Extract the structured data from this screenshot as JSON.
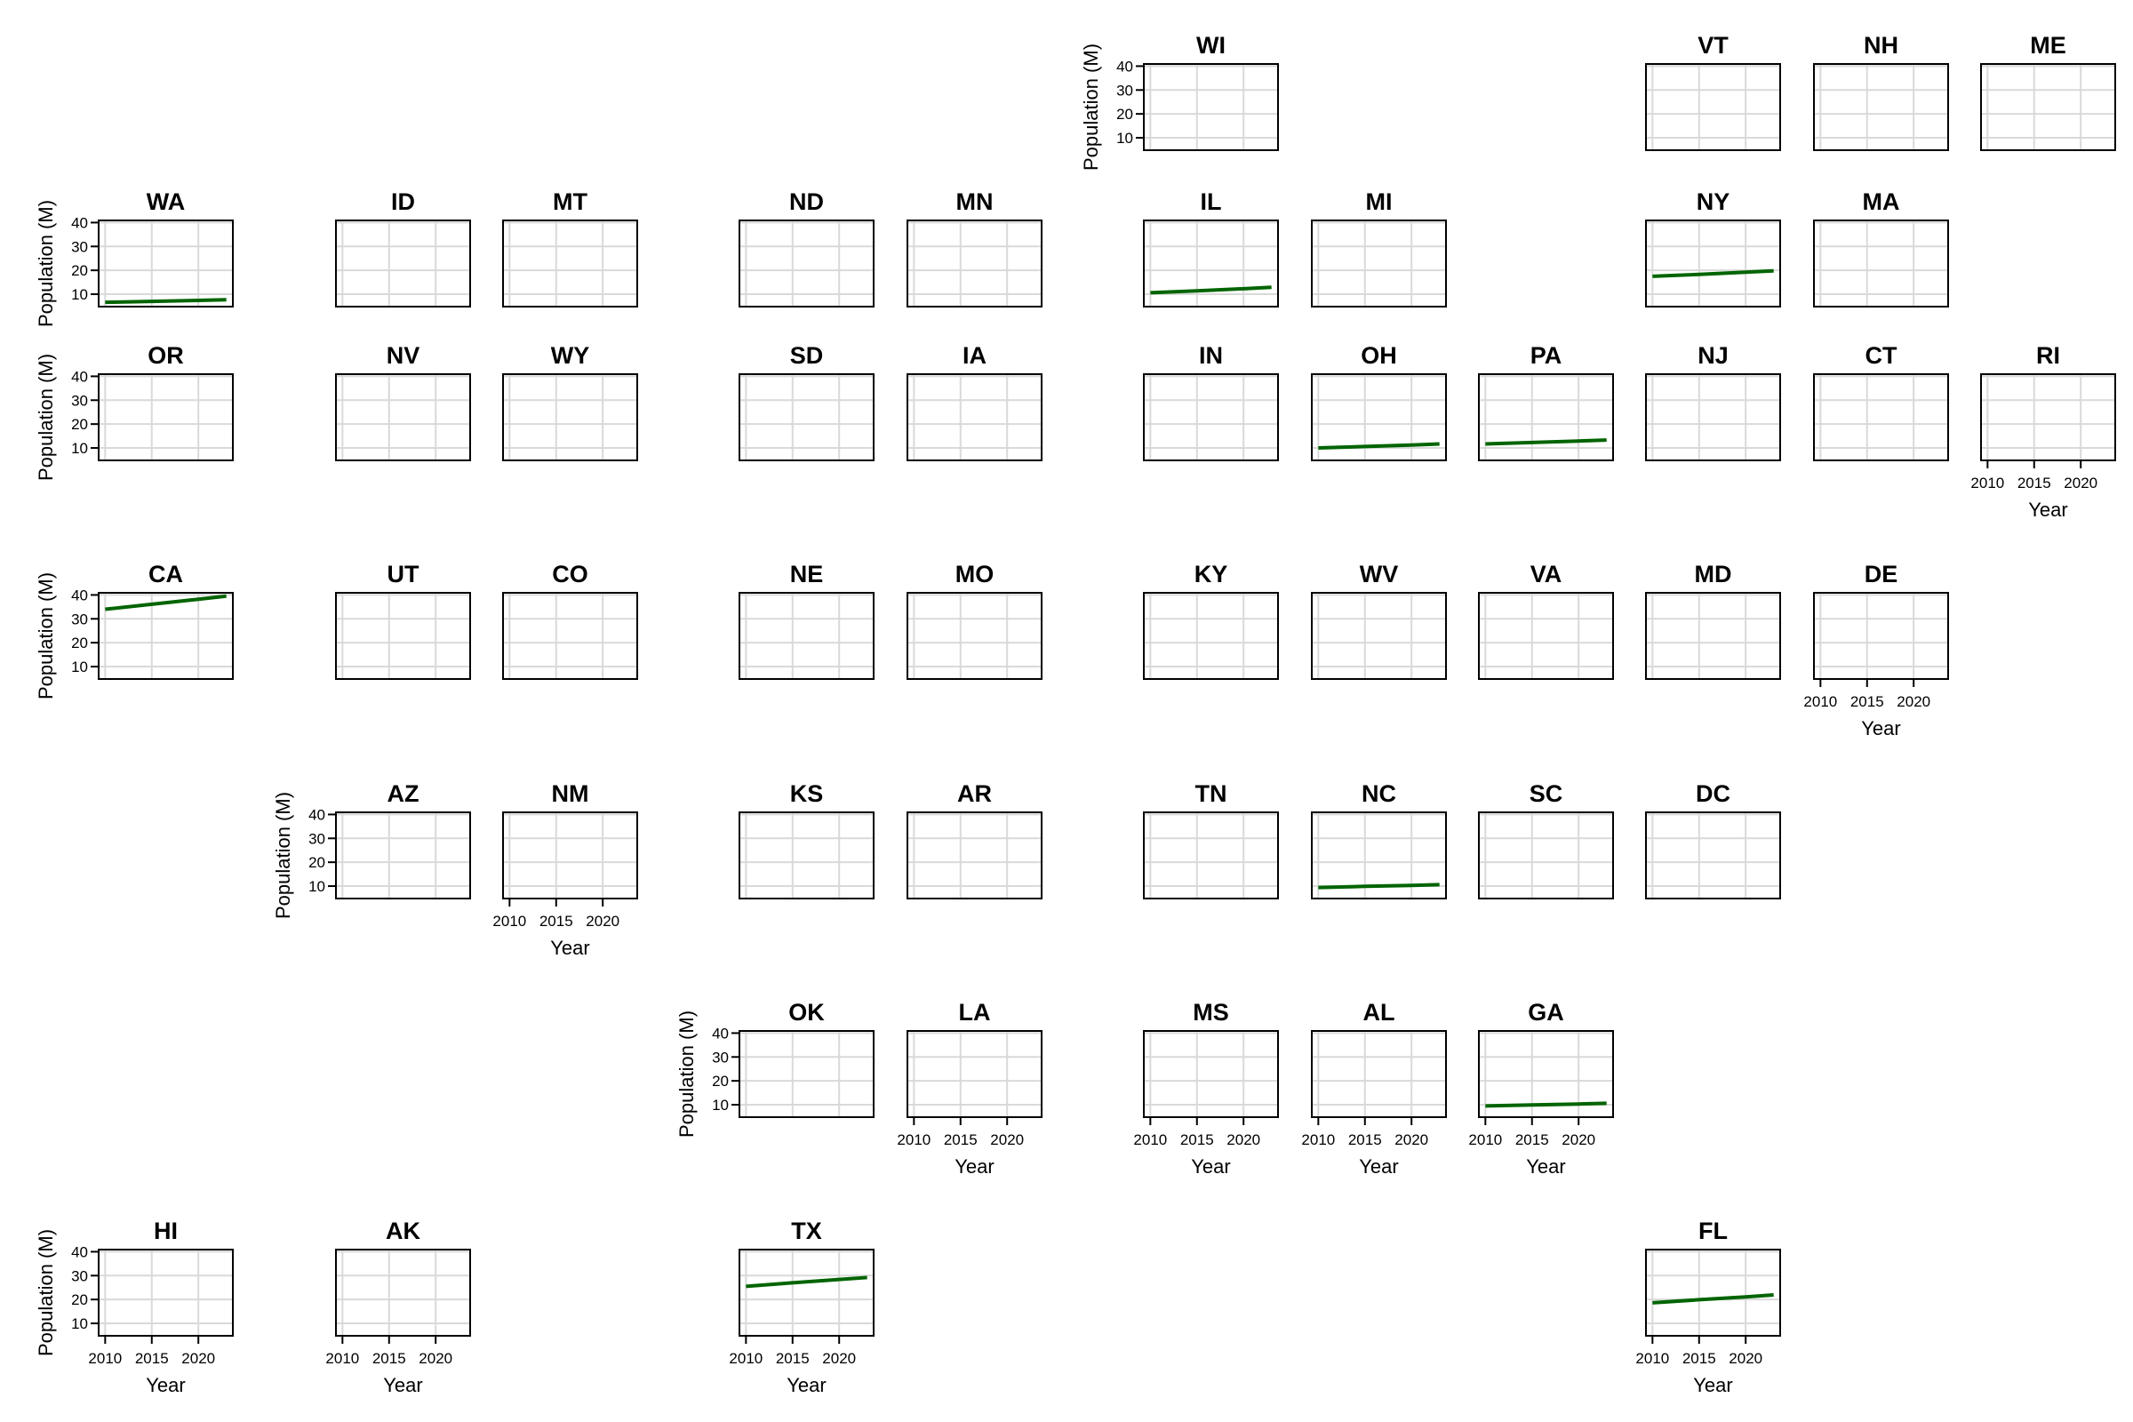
{
  "chart_data": {
    "type": "line",
    "layout": "small-multiples-geofacet",
    "xlabel": "Year",
    "ylabel": "Population (M)",
    "xlim": [
      2009.3,
      2023.7
    ],
    "ylim": [
      4.8,
      40.9
    ],
    "xticks": [
      2010,
      2015,
      2020
    ],
    "yticks": [
      10,
      20,
      30,
      40
    ],
    "grid": true,
    "line_color": "#006400",
    "x": [
      2010,
      2015,
      2020,
      2023
    ],
    "panels": [
      {
        "state": "WI",
        "row": 0,
        "col": 5,
        "values": null
      },
      {
        "state": "VT",
        "row": 0,
        "col": 8,
        "values": null
      },
      {
        "state": "NH",
        "row": 0,
        "col": 9,
        "values": null
      },
      {
        "state": "ME",
        "row": 0,
        "col": 10,
        "values": null
      },
      {
        "state": "WA",
        "row": 1,
        "col": 0,
        "values": [
          6.6,
          7.0,
          7.4,
          7.7
        ]
      },
      {
        "state": "ID",
        "row": 1,
        "col": 1,
        "values": null
      },
      {
        "state": "MT",
        "row": 1,
        "col": 2,
        "values": null
      },
      {
        "state": "ND",
        "row": 1,
        "col": 3,
        "values": null
      },
      {
        "state": "MN",
        "row": 1,
        "col": 4,
        "values": null
      },
      {
        "state": "IL",
        "row": 1,
        "col": 5,
        "values": [
          10.6,
          11.4,
          12.3,
          12.9
        ]
      },
      {
        "state": "MI",
        "row": 1,
        "col": 6,
        "values": null
      },
      {
        "state": "NY",
        "row": 1,
        "col": 8,
        "values": [
          17.5,
          18.3,
          19.2,
          19.8
        ]
      },
      {
        "state": "MA",
        "row": 1,
        "col": 9,
        "values": null
      },
      {
        "state": "OR",
        "row": 2,
        "col": 0,
        "values": null
      },
      {
        "state": "NV",
        "row": 2,
        "col": 1,
        "values": null
      },
      {
        "state": "WY",
        "row": 2,
        "col": 2,
        "values": null
      },
      {
        "state": "SD",
        "row": 2,
        "col": 3,
        "values": null
      },
      {
        "state": "IA",
        "row": 2,
        "col": 4,
        "values": null
      },
      {
        "state": "IN",
        "row": 2,
        "col": 5,
        "values": null
      },
      {
        "state": "OH",
        "row": 2,
        "col": 6,
        "values": [
          10.0,
          10.6,
          11.2,
          11.7
        ]
      },
      {
        "state": "PA",
        "row": 2,
        "col": 7,
        "values": [
          11.7,
          12.3,
          12.9,
          13.3
        ]
      },
      {
        "state": "NJ",
        "row": 2,
        "col": 8,
        "values": null
      },
      {
        "state": "CT",
        "row": 2,
        "col": 9,
        "values": null
      },
      {
        "state": "RI",
        "row": 2,
        "col": 10,
        "values": null
      },
      {
        "state": "CA",
        "row": 3,
        "col": 0,
        "values": [
          34.0,
          36.1,
          38.2,
          39.5
        ]
      },
      {
        "state": "UT",
        "row": 3,
        "col": 1,
        "values": null
      },
      {
        "state": "CO",
        "row": 3,
        "col": 2,
        "values": null
      },
      {
        "state": "NE",
        "row": 3,
        "col": 3,
        "values": null
      },
      {
        "state": "MO",
        "row": 3,
        "col": 4,
        "values": null
      },
      {
        "state": "KY",
        "row": 3,
        "col": 5,
        "values": null
      },
      {
        "state": "WV",
        "row": 3,
        "col": 6,
        "values": null
      },
      {
        "state": "VA",
        "row": 3,
        "col": 7,
        "values": null
      },
      {
        "state": "MD",
        "row": 3,
        "col": 8,
        "values": null
      },
      {
        "state": "DE",
        "row": 3,
        "col": 9,
        "values": null
      },
      {
        "state": "AZ",
        "row": 4,
        "col": 1,
        "values": null
      },
      {
        "state": "NM",
        "row": 4,
        "col": 2,
        "values": null
      },
      {
        "state": "KS",
        "row": 4,
        "col": 3,
        "values": null
      },
      {
        "state": "AR",
        "row": 4,
        "col": 4,
        "values": null
      },
      {
        "state": "TN",
        "row": 4,
        "col": 5,
        "values": null
      },
      {
        "state": "NC",
        "row": 4,
        "col": 6,
        "values": [
          9.4,
          9.9,
          10.3,
          10.6
        ]
      },
      {
        "state": "SC",
        "row": 4,
        "col": 7,
        "values": null
      },
      {
        "state": "DC",
        "row": 4,
        "col": 8,
        "values": null
      },
      {
        "state": "OK",
        "row": 5,
        "col": 3,
        "values": null
      },
      {
        "state": "LA",
        "row": 5,
        "col": 4,
        "values": null
      },
      {
        "state": "MS",
        "row": 5,
        "col": 5,
        "values": null
      },
      {
        "state": "AL",
        "row": 5,
        "col": 6,
        "values": null
      },
      {
        "state": "GA",
        "row": 5,
        "col": 7,
        "values": [
          9.5,
          9.9,
          10.3,
          10.6
        ]
      },
      {
        "state": "HI",
        "row": 6,
        "col": 0,
        "values": null
      },
      {
        "state": "AK",
        "row": 6,
        "col": 1,
        "values": null
      },
      {
        "state": "TX",
        "row": 6,
        "col": 3,
        "values": [
          25.5,
          27.0,
          28.4,
          29.2
        ]
      },
      {
        "state": "FL",
        "row": 6,
        "col": 8,
        "values": [
          18.6,
          19.9,
          21.1,
          21.9
        ]
      }
    ]
  }
}
